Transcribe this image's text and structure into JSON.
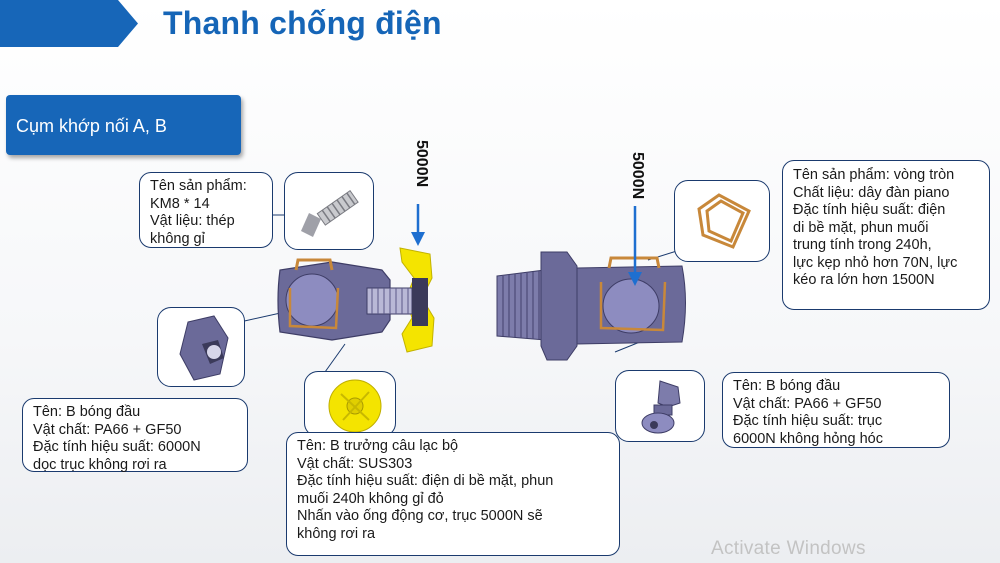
{
  "title": "Thanh chống điện",
  "section": "Cụm khớp nối A, B",
  "force_left": "5000N",
  "force_right": "5000N",
  "callouts": {
    "screw": [
      "Tên sản phẩm:",
      "KM8 * 14",
      "Vật liệu: thép",
      "không gỉ"
    ],
    "ball_left": [
      "Tên: B bóng đầu",
      "Vật chất: PA66 + GF50",
      "Đặc tính hiệu suất: 6000N",
      "dọc trục không rơi ra"
    ],
    "clip": [
      "Tên: B trưởng câu lạc bộ",
      "Vật chất: SUS303",
      "Đặc tính hiệu suất: điện di bề mặt, phun",
      "muối 240h không gỉ đỏ",
      "Nhấn vào ống động cơ, trục 5000N sẽ",
      "không rơi ra"
    ],
    "ring": [
      "Tên sản phẩm: vòng tròn",
      "Chất liệu: dây đàn piano",
      "Đặc tính hiệu suất: điện",
      "di bề mặt, phun muối",
      "trung tính trong 240h,",
      "lực kẹp nhỏ hơn 70N, lực",
      "kéo ra lớn hơn 1500N"
    ],
    "ball_right": [
      "Tên: B bóng đầu",
      "Vật chất: PA66 + GF50",
      "Đặc tính hiệu suất: trục",
      "6000N không hỏng hóc"
    ]
  },
  "watermark": "Activate Windows",
  "colors": {
    "brand_blue": "#1766b8",
    "title_blue": "#1565b7",
    "part_purple": "#6b6a99",
    "ring_gold": "#c8883a",
    "clip_yellow": "#f4e400",
    "arrow_blue": "#1e6fd0"
  },
  "icons": [
    "screw-icon",
    "ball-joint-icon",
    "spring-clip-icon",
    "wire-ring-icon",
    "ball-stud-icon",
    "down-arrow-icon"
  ]
}
